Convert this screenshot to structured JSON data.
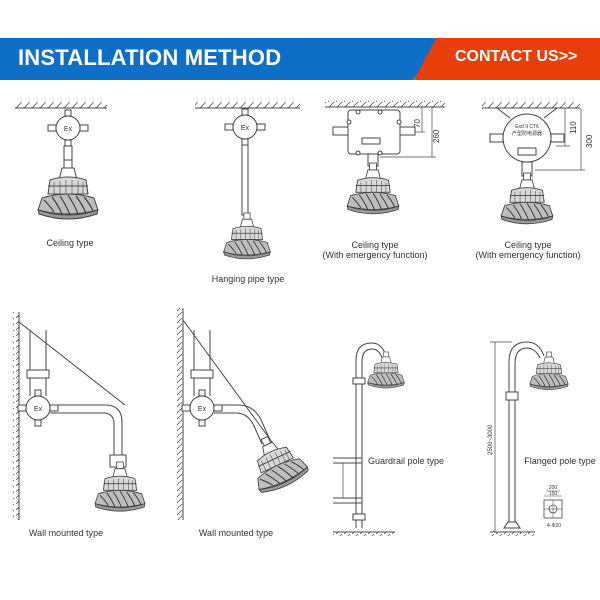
{
  "header": {
    "title": "INSTALLATION METHOD",
    "contact_label": "CONTACT US>>",
    "colors": {
      "title_bar": "#0f6fc6",
      "contact_bar": "#ea3e0a"
    }
  },
  "diagrams": [
    {
      "label": "Ceiling type",
      "box_text": "Ex"
    },
    {
      "label": "Hanging pipe type",
      "box_text": "Ex"
    },
    {
      "label": "Ceiling type",
      "sublabel": "(With emergency function)",
      "dims": [
        "70",
        "260"
      ]
    },
    {
      "label": "Ceiling type",
      "sublabel": "(With emergency function)",
      "box_text": "Exd II CT6",
      "box_text_cn": "产型防电源器",
      "dims": [
        "110",
        "300"
      ]
    },
    {
      "label": "Wall mounted type",
      "box_text": "Ex"
    },
    {
      "label": "Wall mounted type",
      "box_text": "Ex"
    },
    {
      "label": "Guardrail pole type"
    },
    {
      "label": "Flanged pole type",
      "height_dim": "2500~3000",
      "flange_dims": [
        "200",
        "150",
        "4-Φ20"
      ]
    }
  ]
}
